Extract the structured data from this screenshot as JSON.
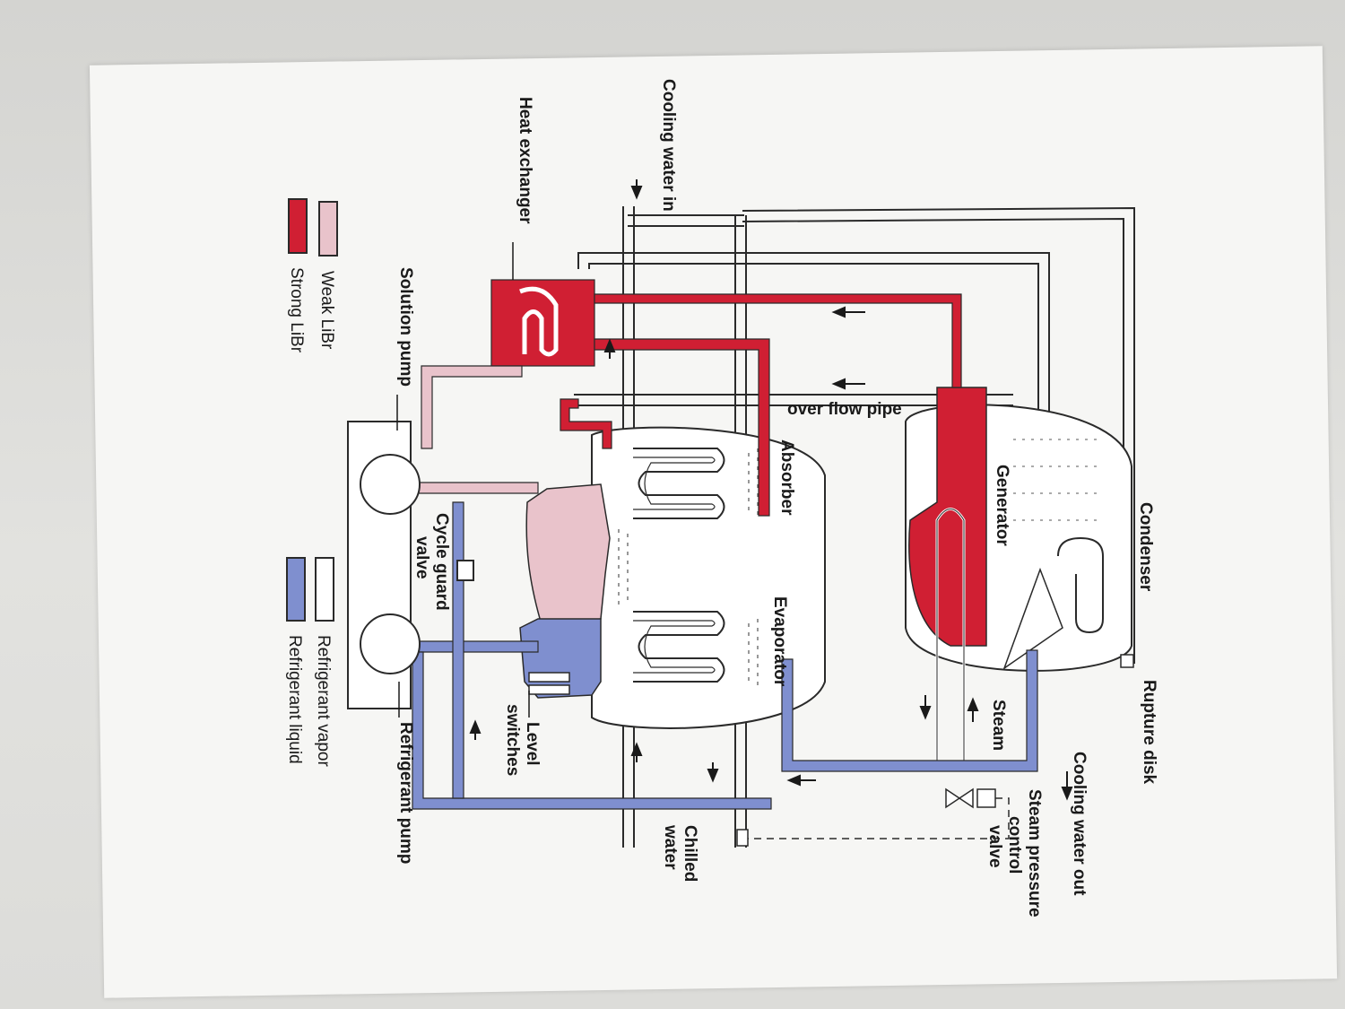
{
  "labels": {
    "rupture_disk": "Rupture disk",
    "cooling_water_out": "Cooling water out",
    "steam_pressure_control_valve": [
      "Steam pressure",
      "control",
      "valve"
    ],
    "condenser": "Condenser",
    "generator": "Generator",
    "steam": "Steam",
    "over_flow_pipe": "over flow pipe",
    "absorber": "Absorber",
    "evaporator": "Evaporator",
    "chilled_water": [
      "Chilled",
      "water"
    ],
    "level_switches": [
      "Level",
      "switches"
    ],
    "cycle_guard_valve": [
      "Cycle guard",
      "valve"
    ],
    "refrigerant_pump": "Refrigerant pump",
    "solution_pump": "Solution pump",
    "heat_exchanger": "Heat exchanger",
    "cooling_water_in": "Cooling water in"
  },
  "legend": [
    {
      "label": "Weak LiBr",
      "color": "#e9c3cb"
    },
    {
      "label": "Strong LiBr",
      "color": "#d01f33"
    },
    {
      "label": "Refrigerant vapor",
      "color": "#ffffff"
    },
    {
      "label": "Refrigerant liquid",
      "color": "#7f8fcf"
    }
  ],
  "colors": {
    "strong_libr": "#d01f33",
    "weak_libr": "#e9c3cb",
    "refrigerant_liquid": "#7f8fcf",
    "refrigerant_vapor": "#ffffff",
    "line": "#2a2a2a"
  }
}
